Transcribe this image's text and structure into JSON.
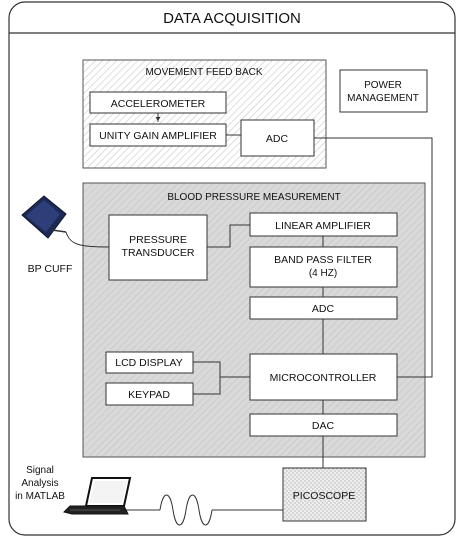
{
  "title": "DATA ACQUISITION",
  "movement": {
    "title": "MOVEMENT FEED BACK",
    "accelerometer": "ACCELEROMETER",
    "unity_gain": "UNITY GAIN AMPLIFIER",
    "adc": "ADC"
  },
  "power": {
    "line1": "POWER",
    "line2": "MANAGEMENT"
  },
  "bp": {
    "title": "BLOOD PRESSURE MEASUREMENT",
    "pressure_line1": "PRESSURE",
    "pressure_line2": "TRANSDUCER",
    "linear_amp": "LINEAR AMPLIFIER",
    "bandpass_line1": "BAND PASS FILTER",
    "bandpass_line2": "(4 HZ)",
    "adc": "ADC",
    "lcd": "LCD DISPLAY",
    "keypad": "KEYPAD",
    "micro": "MICROCONTROLLER",
    "dac": "DAC"
  },
  "bp_cuff": "BP CUFF",
  "signal_analysis": {
    "line1": "Signal",
    "line2": "Analysis",
    "line3": "in MATLAB"
  },
  "picoscope": "PICOSCOPE",
  "icons": {
    "cuff": "bp-cuff-icon",
    "laptop": "laptop-icon",
    "signal": "sine-wave-icon"
  },
  "colors": {
    "stroke": "#333333",
    "panel_fill": "#dcdcdc",
    "box_fill": "#ffffff"
  }
}
